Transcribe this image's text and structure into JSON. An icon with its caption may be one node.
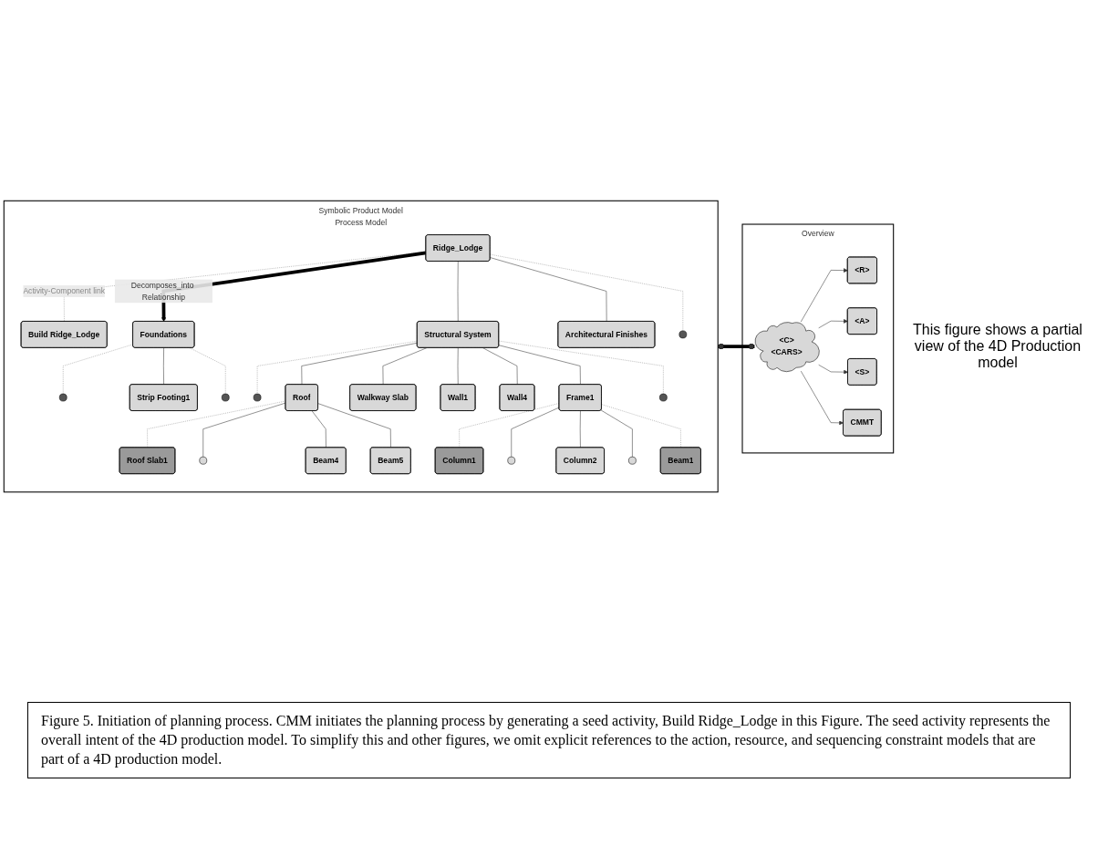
{
  "diagram": {
    "caption": "Figure 5. Initiation of planning process. CMM initiates the planning process by generating a seed activity, Build Ridge_Lodge in this Figure. The seed activity represents the overall intent of the 4D production model. To simplify this and other figures, we omit explicit references to the action, resource, and sequencing constraint models that are part of a 4D production model.",
    "nodes": [
      {
        "text": [
          "Symbolic Product Model",
          "Process Model"
        ]
      },
      {
        "text": [
          "Ridge_Lodge"
        ],
        "in": 0
      },
      {
        "text": [
          "Build Ridge_Lodge"
        ],
        "in": 0
      },
      {
        "text": [
          "Foundations"
        ],
        "in": 0
      },
      {
        "text": [
          "Structural System"
        ],
        "in": 0
      },
      {
        "text": [
          "Architectural Finishes"
        ],
        "in": 0
      },
      {
        "text": [],
        "shape": "circle",
        "in": 0
      },
      {
        "text": [],
        "shape": "circle",
        "in": 0
      },
      {
        "text": [
          "Strip Footing1"
        ],
        "in": 0
      },
      {
        "text": [],
        "shape": "circle",
        "in": 0
      },
      {
        "text": [],
        "shape": "circle",
        "in": 0
      },
      {
        "text": [
          "Roof"
        ],
        "in": 0
      },
      {
        "text": [
          "Walkway Slab"
        ],
        "in": 0
      },
      {
        "text": [
          "Wall1"
        ],
        "in": 0
      },
      {
        "text": [
          "Wall4"
        ],
        "in": 0
      },
      {
        "text": [
          "Frame1"
        ],
        "in": 0
      },
      {
        "text": [],
        "shape": "circle",
        "in": 0
      },
      {
        "text": [
          "Roof Slab1"
        ],
        "in": 0
      },
      {
        "text": [],
        "shape": "circle",
        "in": 0
      },
      {
        "text": [
          "Beam4"
        ],
        "in": 0
      },
      {
        "text": [
          "Beam5"
        ],
        "in": 0
      },
      {
        "text": [
          "Column1"
        ],
        "in": 0
      },
      {
        "text": [],
        "shape": "circle",
        "in": 0
      },
      {
        "text": [
          "Column2"
        ],
        "in": 0
      },
      {
        "text": [],
        "shape": "circle",
        "in": 0
      },
      {
        "text": [
          "Beam1"
        ],
        "in": 0
      },
      {
        "text": [
          "Overview"
        ]
      },
      {
        "text": [
          "<C>",
          "<CARS>"
        ],
        "in": 26
      },
      {
        "text": [
          "<R>"
        ],
        "in": 26
      },
      {
        "text": [
          "<A>"
        ],
        "in": 26
      },
      {
        "text": [
          "<S>"
        ],
        "in": 26
      },
      {
        "text": [
          "CMMT"
        ],
        "in": 26
      }
    ],
    "edges": [
      {
        "from": 1,
        "to": 2,
        "arrow": "none",
        "label": "Activity-Component link",
        "style": "dashed",
        "color": "#888888"
      },
      {
        "from": 1,
        "to": 3,
        "arrow": "to",
        "label": "Decomposes_into Relationship",
        "style": "thick"
      },
      {
        "from": 1,
        "to": 4,
        "arrow": "none"
      },
      {
        "from": 1,
        "to": 5,
        "arrow": "none"
      },
      {
        "from": 1,
        "to": 6,
        "arrow": "none",
        "style": "dashed",
        "color": "#888888"
      },
      {
        "from": 3,
        "to": 7,
        "arrow": "none",
        "style": "dashed",
        "color": "#888888"
      },
      {
        "from": 3,
        "to": 8,
        "arrow": "none"
      },
      {
        "from": 3,
        "to": 9,
        "arrow": "none",
        "style": "dashed",
        "color": "#888888"
      },
      {
        "from": 4,
        "to": 10,
        "arrow": "none",
        "style": "dashed",
        "color": "#888888"
      },
      {
        "from": 4,
        "to": 11,
        "arrow": "none"
      },
      {
        "from": 4,
        "to": 12,
        "arrow": "none"
      },
      {
        "from": 4,
        "to": 13,
        "arrow": "none"
      },
      {
        "from": 4,
        "to": 14,
        "arrow": "none"
      },
      {
        "from": 4,
        "to": 15,
        "arrow": "none"
      },
      {
        "from": 4,
        "to": 16,
        "arrow": "none",
        "style": "dashed",
        "color": "#888888"
      },
      {
        "from": 11,
        "to": 17,
        "arrow": "none",
        "style": "dashed",
        "color": "#888888"
      },
      {
        "from": 11,
        "to": 18,
        "arrow": "none"
      },
      {
        "from": 11,
        "to": 19,
        "arrow": "none"
      },
      {
        "from": 11,
        "to": 20,
        "arrow": "none"
      },
      {
        "from": 15,
        "to": 21,
        "arrow": "none",
        "style": "dashed",
        "color": "#888888"
      },
      {
        "from": 15,
        "to": 22,
        "arrow": "none"
      },
      {
        "from": 15,
        "to": 23,
        "arrow": "none"
      },
      {
        "from": 15,
        "to": 24,
        "arrow": "none"
      },
      {
        "from": 15,
        "to": 25,
        "arrow": "none",
        "style": "dashed",
        "color": "#888888"
      },
      {
        "from": 0,
        "to": 27,
        "arrow": "other",
        "style": "thick"
      },
      {
        "from": 27,
        "to": 28,
        "arrow": "to"
      },
      {
        "from": 27,
        "to": 29,
        "arrow": "to"
      },
      {
        "from": 27,
        "to": 30,
        "arrow": "to"
      },
      {
        "from": 27,
        "to": 31,
        "arrow": "to"
      }
    ],
    "labels": [
      "This figure shows a partial view of the 4D Production model"
    ]
  }
}
